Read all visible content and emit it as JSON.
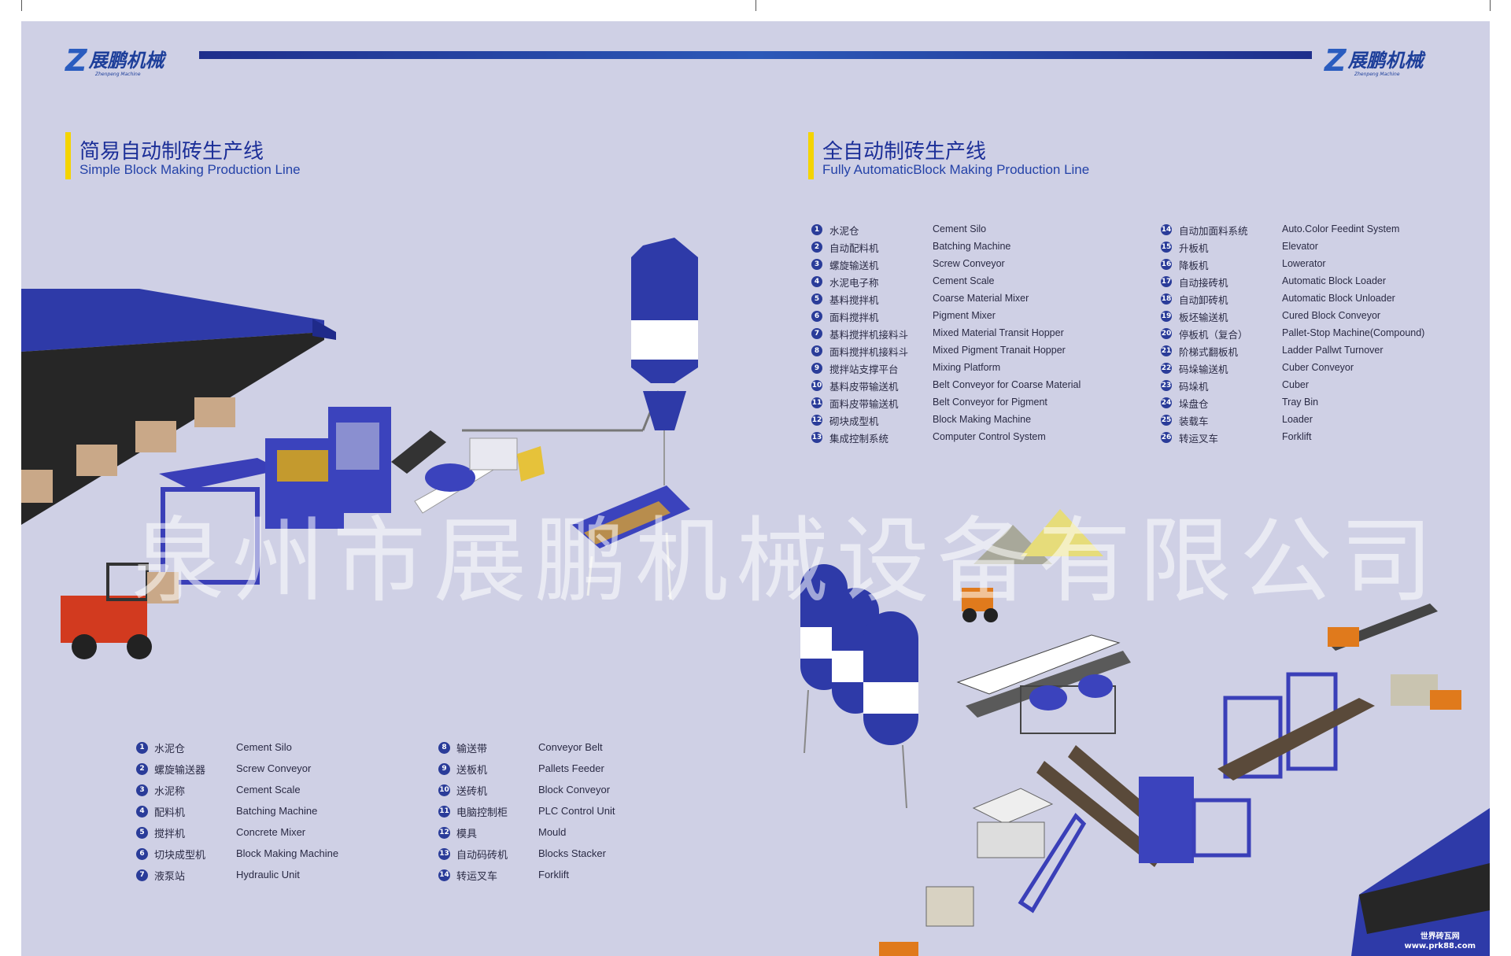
{
  "brand": {
    "logo_cn": "展鹏机械",
    "logo_sub": "Zhenpeng Machine"
  },
  "left": {
    "title_cn": "简易自动制砖生产线",
    "title_en": "Simple Block Making Production Line",
    "items": [
      {
        "n": "1",
        "cn": "水泥仓",
        "en": "Cement Silo"
      },
      {
        "n": "2",
        "cn": "螺旋输送器",
        "en": "Screw Conveyor"
      },
      {
        "n": "3",
        "cn": "水泥称",
        "en": "Cement Scale"
      },
      {
        "n": "4",
        "cn": "配料机",
        "en": "Batching Machine"
      },
      {
        "n": "5",
        "cn": "搅拌机",
        "en": "Concrete Mixer"
      },
      {
        "n": "6",
        "cn": "切块成型机",
        "en": "Block Making Machine"
      },
      {
        "n": "7",
        "cn": "液泵站",
        "en": "Hydraulic Unit"
      },
      {
        "n": "8",
        "cn": "输送带",
        "en": "Conveyor Belt"
      },
      {
        "n": "9",
        "cn": "送板机",
        "en": "Pallets Feeder"
      },
      {
        "n": "10",
        "cn": "送砖机",
        "en": "Block Conveyor"
      },
      {
        "n": "11",
        "cn": "电脑控制柜",
        "en": "PLC Control Unit"
      },
      {
        "n": "12",
        "cn": "模具",
        "en": "Mould"
      },
      {
        "n": "13",
        "cn": "自动码砖机",
        "en": "Blocks Stacker"
      },
      {
        "n": "14",
        "cn": "转运叉车",
        "en": "Forklift"
      }
    ]
  },
  "right": {
    "title_cn": "全自动制砖生产线",
    "title_en": "Fully AutomaticBlock Making Production Line",
    "items": [
      {
        "n": "1",
        "cn": "水泥仓",
        "en": "Cement Silo"
      },
      {
        "n": "2",
        "cn": "自动配料机",
        "en": "Batching Machine"
      },
      {
        "n": "3",
        "cn": "螺旋输送机",
        "en": "Screw Conveyor"
      },
      {
        "n": "4",
        "cn": "水泥电子称",
        "en": "Cement Scale"
      },
      {
        "n": "5",
        "cn": "基料搅拌机",
        "en": "Coarse Material Mixer"
      },
      {
        "n": "6",
        "cn": "面料搅拌机",
        "en": "Pigment Mixer"
      },
      {
        "n": "7",
        "cn": "基料搅拌机接料斗",
        "en": "Mixed Material Transit Hopper"
      },
      {
        "n": "8",
        "cn": "面料搅拌机接料斗",
        "en": "Mixed Pigment Tranait Hopper"
      },
      {
        "n": "9",
        "cn": "搅拌站支撑平台",
        "en": "Mixing Platform"
      },
      {
        "n": "10",
        "cn": "基料皮带输送机",
        "en": "Belt Conveyor for Coarse Material"
      },
      {
        "n": "11",
        "cn": "面料皮带输送机",
        "en": "Belt Conveyor for Pigment"
      },
      {
        "n": "12",
        "cn": "砌块成型机",
        "en": "Block Making Machine"
      },
      {
        "n": "13",
        "cn": "集成控制系统",
        "en": "Computer Control System"
      },
      {
        "n": "14",
        "cn": "自动加面料系统",
        "en": "Auto.Color Feedint System"
      },
      {
        "n": "15",
        "cn": "升板机",
        "en": "Elevator"
      },
      {
        "n": "16",
        "cn": "降板机",
        "en": "Lowerator"
      },
      {
        "n": "17",
        "cn": "自动接砖机",
        "en": "Automatic Block Loader"
      },
      {
        "n": "18",
        "cn": "自动卸砖机",
        "en": "Automatic Block Unloader"
      },
      {
        "n": "19",
        "cn": "板坯输送机",
        "en": "Cured Block Conveyor"
      },
      {
        "n": "20",
        "cn": "停板机（复合）",
        "en": "Pallet-Stop Machine(Compound)"
      },
      {
        "n": "21",
        "cn": "阶梯式翻板机",
        "en": "Ladder Pallwt Turnover"
      },
      {
        "n": "22",
        "cn": "码垛输送机",
        "en": "Cuber Conveyor"
      },
      {
        "n": "23",
        "cn": "码垛机",
        "en": "Cuber"
      },
      {
        "n": "24",
        "cn": "垛盘仓",
        "en": "Tray Bin"
      },
      {
        "n": "25",
        "cn": "装载车",
        "en": "Loader"
      },
      {
        "n": "26",
        "cn": "转运叉车",
        "en": "Forklift"
      }
    ]
  },
  "watermark": "泉州市展鹏机械设备有限公司",
  "footer": {
    "line1": "世界砖瓦网",
    "line2": "www.prk88.com"
  },
  "colors": {
    "background": "#cfd0e5",
    "heading_blue": "#1c2f98",
    "accent_yellow": "#f4d400",
    "machine_blue": "#2a3c99",
    "forklift_red": "#d23a1f"
  }
}
